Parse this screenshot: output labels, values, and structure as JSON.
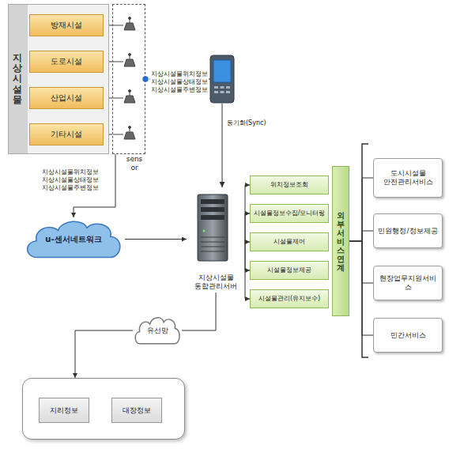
{
  "diagram": {
    "nodes": [
      {
        "text": [
          "지상시설물"
        ]
      },
      {
        "text": [
          "방재시설"
        ],
        "in": 0
      },
      {
        "text": [
          "도로시설"
        ],
        "in": 0
      },
      {
        "text": [
          "산업시설"
        ],
        "in": 0
      },
      {
        "text": [
          "기타시설"
        ],
        "in": 0
      },
      {
        "text": [
          "sensor"
        ]
      },
      {
        "text": [
          "u-센서네트워크"
        ]
      },
      {
        "text": [
          "지상시설물 통합관리서버"
        ]
      },
      {
        "text": [
          "위치정보조회"
        ]
      },
      {
        "text": [
          "시설물정보수집/모니터링"
        ]
      },
      {
        "text": [
          "시설물제어"
        ]
      },
      {
        "text": [
          "시설물정보제공"
        ]
      },
      {
        "text": [
          "시설물관리(유지보수)"
        ]
      },
      {
        "text": [
          "외부서비스연계"
        ]
      },
      {
        "text": [
          "도시시설물 안전관리서비스"
        ]
      },
      {
        "text": [
          "민원행정/정보제공"
        ]
      },
      {
        "text": [
          "현장업무지원서비스"
        ]
      },
      {
        "text": [
          "민간서비스"
        ]
      },
      {
        "text": [
          "유선망"
        ]
      },
      {
        "text": []
      },
      {
        "text": [
          "지리정보"
        ],
        "in": 19
      },
      {
        "text": [
          "대장정보"
        ],
        "in": 19
      }
    ],
    "edges": [
      {
        "from": 1,
        "to": 5,
        "arrow": "none"
      },
      {
        "from": 2,
        "to": 5,
        "arrow": "none"
      },
      {
        "from": 3,
        "to": 5,
        "arrow": "none"
      },
      {
        "from": 4,
        "to": 5,
        "arrow": "none"
      },
      {
        "from": 5,
        "to": 6,
        "label": "지상시설물위치정보 지상시설물상태정보 지상시설물주변정보",
        "arrow": "to"
      },
      {
        "from": 6,
        "to": 7,
        "arrow": "to"
      },
      {
        "from": 7,
        "to": 8,
        "arrow": "to"
      },
      {
        "from": 7,
        "to": 9,
        "arrow": "to"
      },
      {
        "from": 7,
        "to": 10,
        "arrow": "to"
      },
      {
        "from": 7,
        "to": 11,
        "arrow": "to"
      },
      {
        "from": 7,
        "to": 12,
        "arrow": "to"
      },
      {
        "from": 13,
        "to": 14,
        "arrow": "none"
      },
      {
        "from": 13,
        "to": 15,
        "arrow": "none"
      },
      {
        "from": 13,
        "to": 16,
        "arrow": "none"
      },
      {
        "from": 13,
        "to": 17,
        "arrow": "none"
      },
      {
        "from": 7,
        "to": 18,
        "arrow": "none"
      },
      {
        "from": 18,
        "to": 19,
        "arrow": "to"
      }
    ],
    "labels": [
      "지상시설물위치정보 지상시설물상태정보 지상시설물주변정보",
      "동기화(Sync)"
    ]
  }
}
